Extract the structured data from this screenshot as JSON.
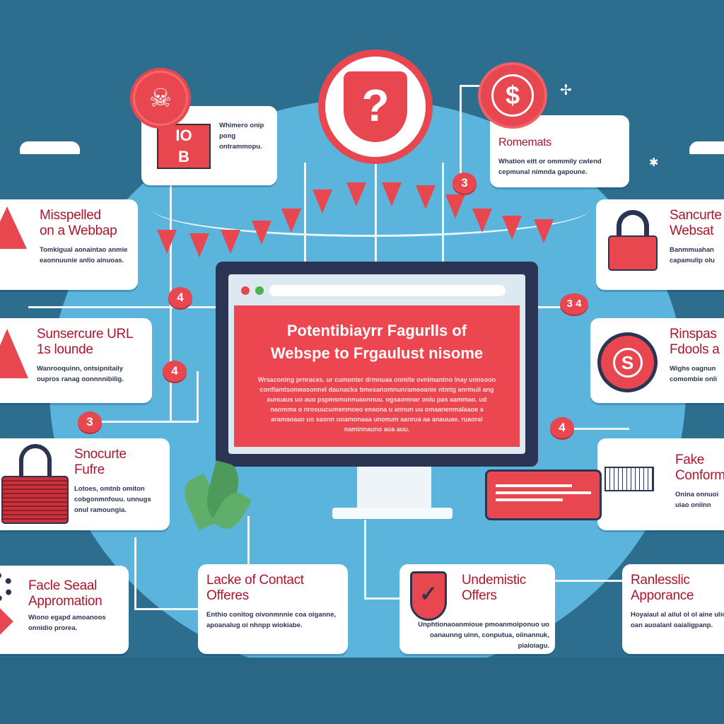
{
  "title": {
    "line1": "Potentibiayrr Fagurlls of",
    "line2": "Webspe to Frgaulust nisome",
    "body": "Wrsaconing prnraces. ur cumonter drmnuaa onmlte ovnimantno inay unnsoon conflamtsonwasonnel daunacks bmesanomnunrameoanie ntmtg anrmuii ang aunuaus uo auo pspmsmunnuaonnuu. ogsaomnar ooiu pas aammao. ud naomma o nrosuucumenmoeo enaona u annun uu omaanenmalaaoe a aramaoaao uo saonn uoamonaaa unonum aanrua aa anauuae. ruaoral naminnauno aoa auu."
  },
  "cards": {
    "top_left": {
      "icon_text_top": "IO",
      "icon_text_b": "B",
      "body": "Whimero onip pong ontrammopu."
    },
    "romemats": {
      "title": "Romemats",
      "body": "Whation eitt or ommmily cwlend cepmunal nimnda gapoune."
    },
    "misspelled": {
      "title1": "Misspelled",
      "title2": "on a Webbap",
      "body": "Tomkigual aonaintao anmie eaonnuunie anlio ainuoas."
    },
    "sancurte": {
      "title1": "Sancurte",
      "title2": "Websat",
      "body": "Banmmuahan capamulip olu"
    },
    "sunsercure": {
      "title1": "Sunsercure URL",
      "title2": "1s lounde",
      "body": "Wanrooquinn, ontsipnitaily oupros ranag oonnnnibilig."
    },
    "rinspas": {
      "title1": "Rinspas",
      "title2": "Fdools a",
      "body": "Wighs oagnun comombie onli"
    },
    "snocurte": {
      "title1": "Snocurte",
      "title2": "Fufre",
      "body": "Lotoes, omtnb omiton cobgonmnfouu. unnugs onul ramoungia."
    },
    "fake": {
      "title1": "Fake",
      "title2": "Conform",
      "body": "Onina onnuoi uiao oniinn"
    },
    "facle": {
      "title1": "Facle Seaal",
      "title2": "Appromation",
      "body": "Wiono egapd amoanoos onnidio prorea."
    },
    "lacke": {
      "title1": "Lacke of Contact",
      "title2": "Offeres",
      "body": "Enthio conitog oivonmnnie coa oiganne, apoanalug oi nhnpp wiokiabe."
    },
    "undemistic": {
      "title1": "Undemistic",
      "title2": "Offers",
      "body": "Unphtionaoanmioue pmoanmoiponuo uo oanaunng uinn, conputua, oiinannuk, piaioiagu."
    },
    "ranlesslic": {
      "title1": "Ranlesslic",
      "title2": "Apporance",
      "body": "Hoyaiaul al ailul ol ol aine ulio oan auoalanl oaialigpanp."
    }
  },
  "badges": {
    "dollar": "$",
    "question": "?",
    "s_seal": "S"
  },
  "numbers": [
    "4",
    "4",
    "3",
    "3",
    "3 4",
    "4"
  ],
  "colors": {
    "red": "#e8474f",
    "title_red": "#a9162d",
    "dark_bg": "#2d6d8e",
    "light_bg": "#5bb4dc"
  }
}
